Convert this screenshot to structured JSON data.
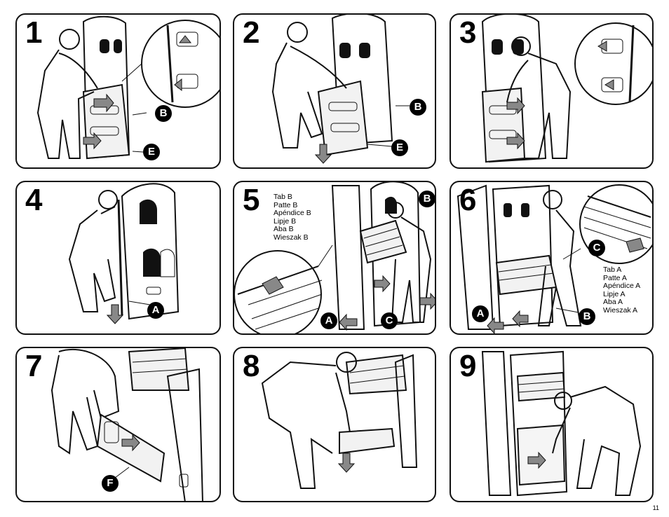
{
  "panels": [
    {
      "step": "1",
      "labels": [
        "B",
        "E"
      ]
    },
    {
      "step": "2",
      "labels": [
        "B",
        "E"
      ]
    },
    {
      "step": "3",
      "labels": []
    },
    {
      "step": "4",
      "labels": [
        "A"
      ]
    },
    {
      "step": "5",
      "labels": [
        "B",
        "A",
        "C"
      ],
      "tab_text": [
        "Tab B",
        "Patte B",
        "Apéndice B",
        "Lipje B",
        "Aba B",
        "Wieszak B"
      ]
    },
    {
      "step": "6",
      "labels": [
        "C",
        "A",
        "B"
      ],
      "tab_text": [
        "Tab A",
        "Patte A",
        "Apéndice A",
        "Lipje A",
        "Aba A",
        "Wieszak A"
      ]
    },
    {
      "step": "7",
      "labels": [
        "F"
      ]
    },
    {
      "step": "8",
      "labels": []
    },
    {
      "step": "9",
      "labels": []
    }
  ],
  "page_number": "11"
}
